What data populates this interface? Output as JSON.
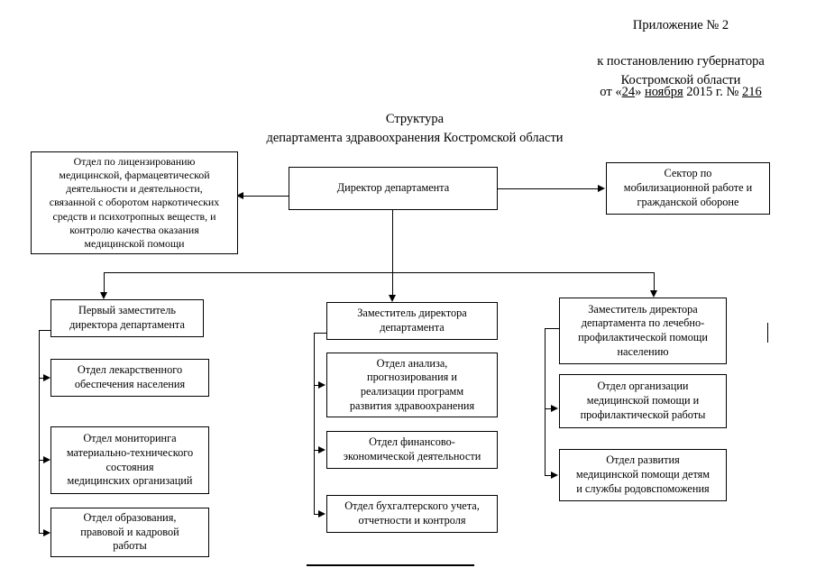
{
  "header": {
    "appendix": "Приложение № 2",
    "decree": "к постановлению губернатора\nКостромской области",
    "date_prefix": "от «",
    "date_day": "24",
    "date_mid": "»",
    "date_month": "ноября",
    "date_year": "2015 г. №",
    "date_number": "216"
  },
  "title": {
    "line1": "Структура",
    "line2": "департамента здравоохранения Костромской области",
    "full": "Структура\nдепартамента здравоохранения Костромской области"
  },
  "nodes": {
    "director": "Директор департамента",
    "licensing": "Отдел по лицензированию\nмедицинской, фармацевтической\nдеятельности и деятельности,\nсвязанной с оборотом наркотических\nсредств и психотропных веществ, и\nконтролю качества оказания\nмедицинской помощи",
    "mobilization": "Сектор  по\nмобилизационной работе и\nгражданской обороне",
    "first_deputy": "Первый заместитель\nдиректора департамента",
    "deputy": "Заместитель директора\nдепартамента",
    "deputy_medical": "Заместитель директора\nдепартамента по лечебно-\nпрофилактической помощи\nнаселению",
    "drug_supply": "Отдел лекарственного\nобеспечения населения",
    "monitoring": "Отдел мониторинга\nматериально-технического\nсостояния\nмедицинских организаций",
    "education": "Отдел образования,\nправовой и кадровой\nработы",
    "analysis": "Отдел анализа,\nпрогнозирования и\nреализации программ\nразвития здравоохранения",
    "finance": "Отдел финансово-\nэкономической деятельности",
    "accounting": "Отдел бухгалтерского учета,\nотчетности и контроля",
    "med_care_org": "Отдел организации\nмедицинской помощи и\nпрофилактической работы",
    "child_care": "Отдел развития\nмедицинской помощи детям\nи службы родовспоможения"
  },
  "colors": {
    "ink": "#000000",
    "paper": "#ffffff"
  }
}
